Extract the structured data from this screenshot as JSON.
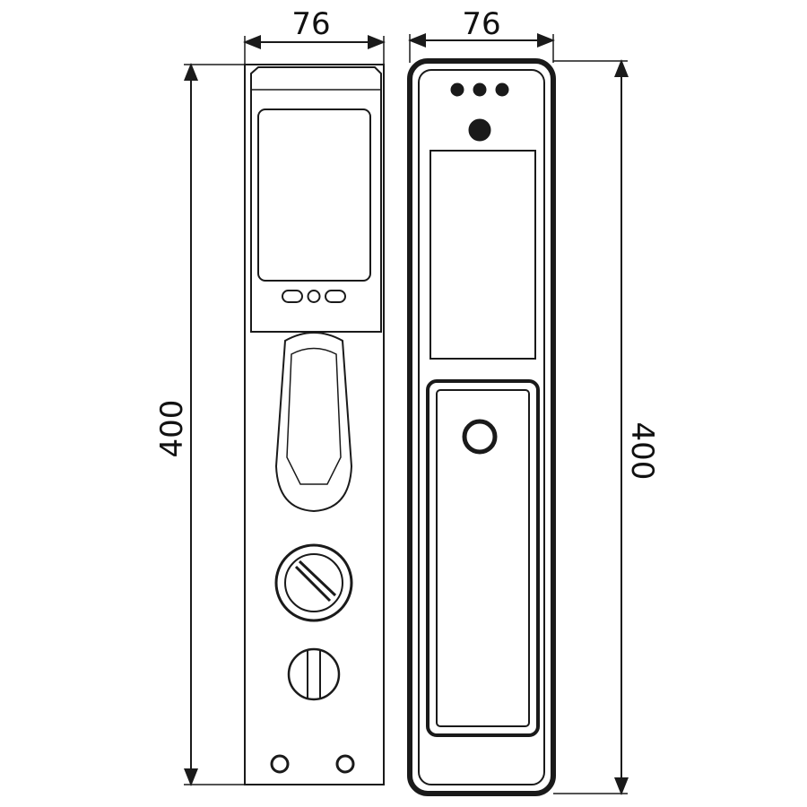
{
  "dimensions": {
    "front_width": "76",
    "back_width": "76",
    "front_height": "400",
    "back_height": "400"
  },
  "colors": {
    "line": "#1a1a1a",
    "background": "#ffffff"
  }
}
